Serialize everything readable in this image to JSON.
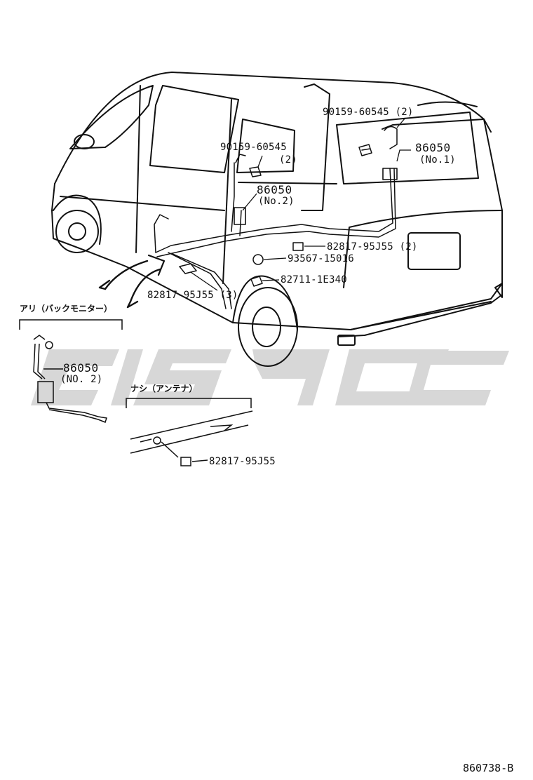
{
  "diagram": {
    "figure_number": "860738-B",
    "watermark_text": "cis9c",
    "callouts": {
      "bolt_upper_right": {
        "part_no": "90159-60545",
        "qty": "(2)"
      },
      "antenna_no1": {
        "part_no": "86050",
        "sub": "(No.1)"
      },
      "bolt_center": {
        "part_no": "90159-60545",
        "qty": "(2)"
      },
      "antenna_no2": {
        "part_no": "86050",
        "sub": "(No.2)"
      },
      "label_two": {
        "part_no": "82817-95J55",
        "qty": "(2)"
      },
      "clamp": {
        "part_no": "93567-15016"
      },
      "grommet": {
        "part_no": "82711-1E340"
      },
      "label_three": {
        "part_no": "82817-95J55",
        "qty": "(3)"
      }
    },
    "inset_left": {
      "heading": "アリ（バックモニター）",
      "part_no": "86050",
      "sub": "(NO. 2)"
    },
    "inset_right": {
      "heading": "ナシ（アンテナ）",
      "part_no": "82817-95J55"
    }
  }
}
